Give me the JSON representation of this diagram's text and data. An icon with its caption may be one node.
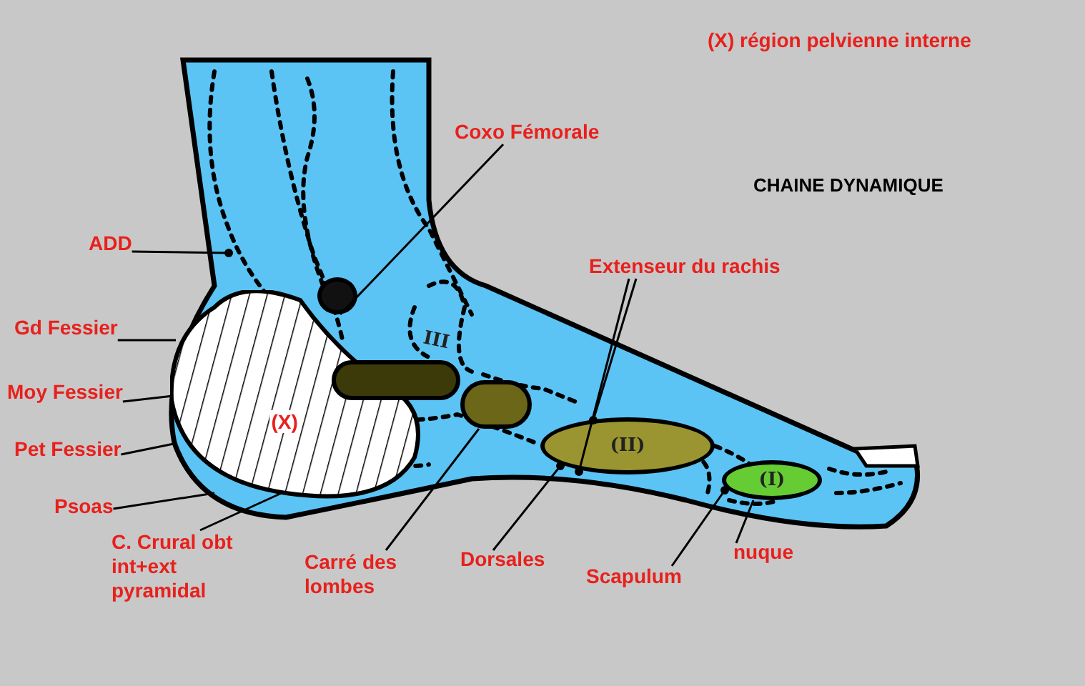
{
  "diagram": {
    "title": "CHAINE DYNAMIQUE",
    "nodes": [
      {
        "text": [
          "Coxo Fémorale"
        ]
      },
      {
        "text": [
          "ADD"
        ]
      },
      {
        "text": [
          "Gd Fessier"
        ]
      },
      {
        "text": [
          "Moy Fessier"
        ]
      },
      {
        "text": [
          "Pet Fessier"
        ]
      },
      {
        "text": [
          "Psoas"
        ]
      },
      {
        "text": [
          "C. Crural obt int+ext pyramidal"
        ]
      },
      {
        "text": [
          "Carré des lombes"
        ]
      },
      {
        "text": [
          "Dorsales"
        ]
      },
      {
        "text": [
          "Extenseur du rachis"
        ]
      },
      {
        "text": [
          "Scapulum"
        ]
      },
      {
        "text": [
          "nuque"
        ]
      },
      {
        "text": [
          "(X)"
        ]
      },
      {
        "text": [],
        "shape": "circle"
      },
      {
        "text": [],
        "shape": "bar"
      },
      {
        "text": [],
        "shape": "bar"
      },
      {
        "text": [
          "(II)"
        ]
      },
      {
        "text": [
          "(I)"
        ]
      }
    ],
    "edges": [
      {
        "from": 0,
        "to": 13,
        "arrow": "none"
      },
      {
        "from": 1,
        "to": null,
        "arrow": "other"
      },
      {
        "from": 2,
        "to": 12,
        "arrow": "none"
      },
      {
        "from": 3,
        "to": 12,
        "arrow": "none"
      },
      {
        "from": 4,
        "to": 12,
        "arrow": "none"
      },
      {
        "from": 5,
        "to": 12,
        "arrow": "none"
      },
      {
        "from": 6,
        "to": 12,
        "arrow": "none"
      },
      {
        "from": 7,
        "to": 15,
        "arrow": "none"
      },
      {
        "from": 8,
        "to": 16,
        "arrow": "other"
      },
      {
        "from": 9,
        "to": 16,
        "arrow": "other"
      },
      {
        "from": 9,
        "to": 16,
        "arrow": "other"
      },
      {
        "from": 10,
        "to": 17,
        "arrow": "other"
      },
      {
        "from": 11,
        "to": 17,
        "arrow": "none"
      }
    ],
    "labels": [
      "(X) région pelvienne interne",
      "III"
    ]
  }
}
